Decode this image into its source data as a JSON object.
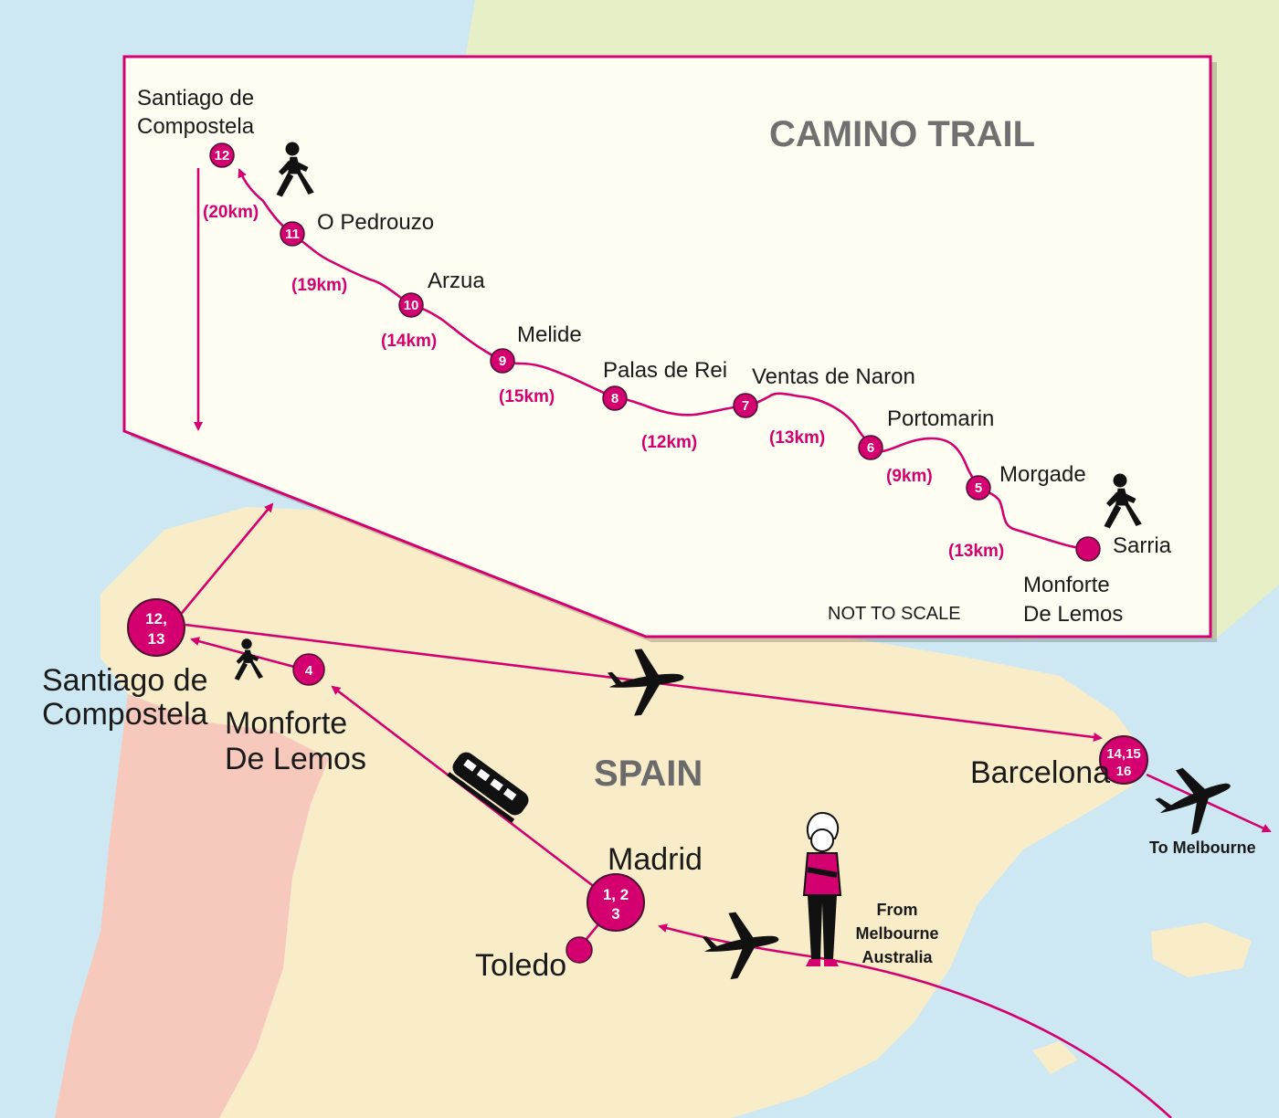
{
  "inset": {
    "title": "CAMINO TRAIL",
    "note": "NOT TO SCALE",
    "start_name": "Sarria",
    "start_region_line1": "Monforte",
    "start_region_line2": "De Lemos",
    "end_name_line1": "Santiago de",
    "end_name_line2": "Compostela",
    "stops": [
      {
        "num": "5",
        "name": "Morgade"
      },
      {
        "num": "6",
        "name": "Portomarin"
      },
      {
        "num": "7",
        "name": "Ventas de Naron"
      },
      {
        "num": "8",
        "name": "Palas de Rei"
      },
      {
        "num": "9",
        "name": "Melide"
      },
      {
        "num": "10",
        "name": "Arzua"
      },
      {
        "num": "11",
        "name": "O Pedrouzo"
      },
      {
        "num": "12",
        "name": "Santiago de Compostela"
      }
    ],
    "distances": [
      "(13km)",
      "(9km)",
      "(13km)",
      "(12km)",
      "(15km)",
      "(14km)",
      "(19km)",
      "(20km)"
    ]
  },
  "map": {
    "country": "SPAIN",
    "santiago": {
      "line1": "Santiago de",
      "line2": "Compostela",
      "num1": "12,",
      "num2": "13"
    },
    "monforte": {
      "line1": "Monforte",
      "line2": "De Lemos",
      "num": "4"
    },
    "madrid": {
      "name": "Madrid",
      "num1": "1, 2",
      "num2": "3"
    },
    "toledo": {
      "name": "Toledo"
    },
    "barcelona": {
      "name": "Barcelona",
      "num1": "14,15",
      "num2": "16"
    },
    "from_line1": "From",
    "from_line2": "Melbourne",
    "from_line3": "Australia",
    "to_label": "To Melbourne"
  },
  "colors": {
    "route": "#d4006f",
    "sea": "#cde8f2",
    "spain": "#f9ecc8",
    "portugal": "#f7c9bd",
    "france": "#e7efc6",
    "inset_bg": "#fefdf2"
  },
  "icons": [
    "walker-icon",
    "plane-icon",
    "train-icon",
    "traveller-figure"
  ]
}
